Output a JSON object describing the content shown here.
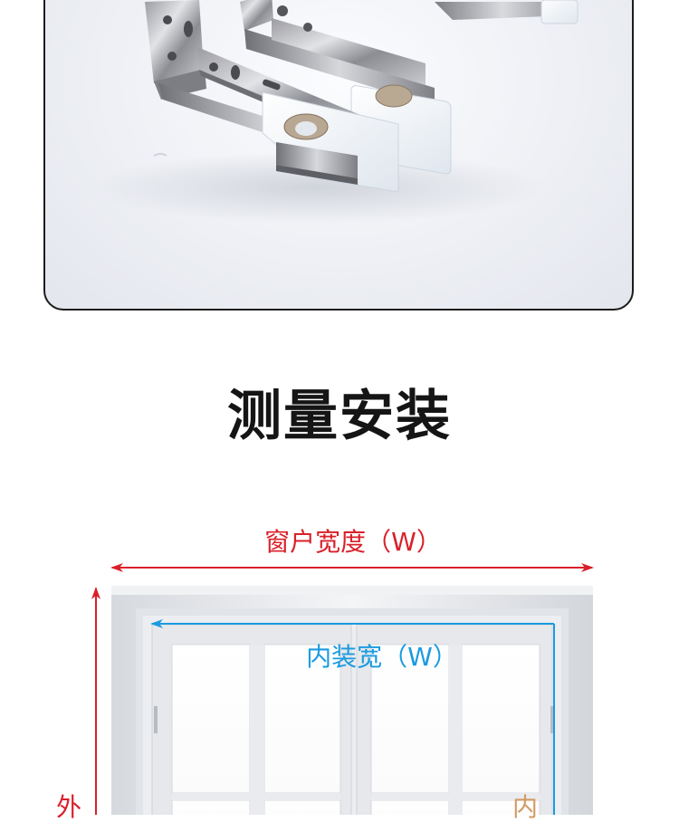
{
  "product_photo": {
    "subject": "bracket-photo"
  },
  "section": {
    "title": "测量安装"
  },
  "diagram": {
    "window_width_label": "窗户宽度（W）",
    "inner_width_label": "内装宽（W）",
    "outer_vertical_label": "外",
    "inner_vertical_label": "内",
    "colors": {
      "outer_dimension": "#d9202a",
      "inner_dimension": "#1a9be0",
      "inner_side_label": "#d39a63",
      "frame": "#e9ebef"
    }
  }
}
